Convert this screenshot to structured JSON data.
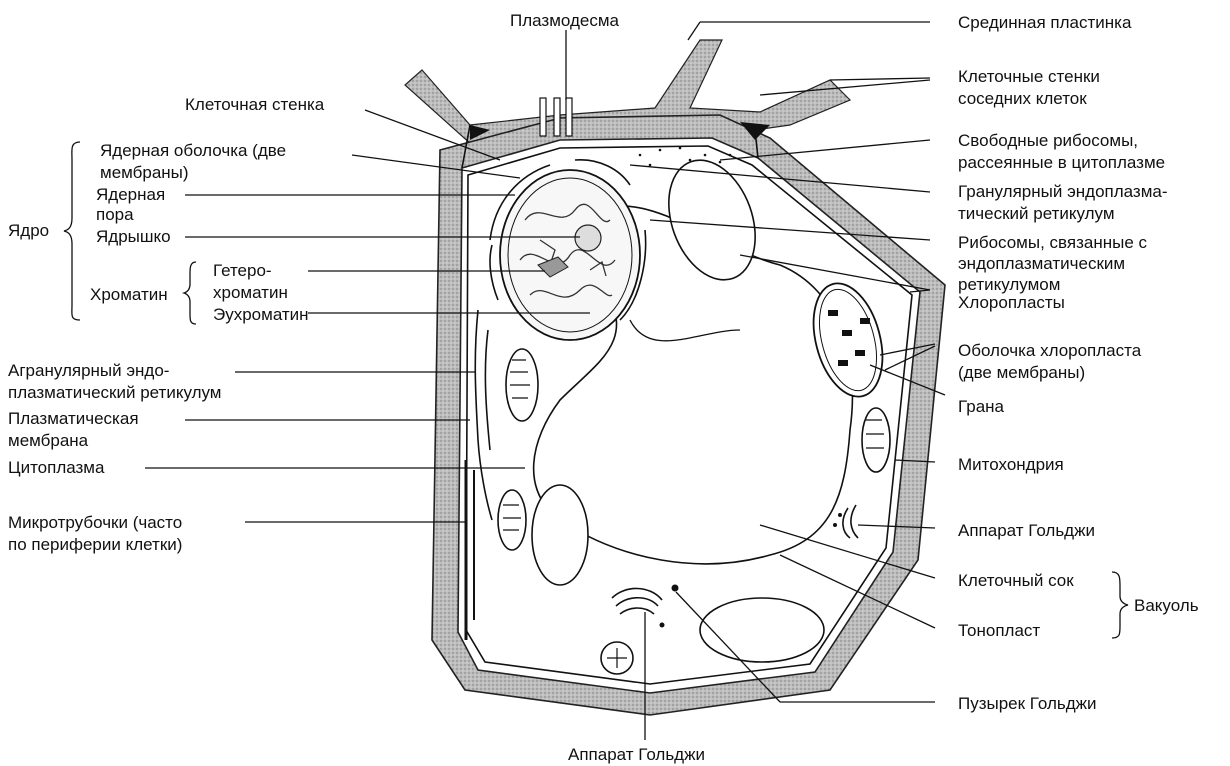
{
  "labels": {
    "plasmodesma": "Плазмодесма",
    "middle_lamella": "Срединная пластинка",
    "neighbor_walls_1": "Клеточные стенки",
    "neighbor_walls_2": "соседних клеток",
    "free_ribosomes_1": "Свободные рибосомы,",
    "free_ribosomes_2": "рассеянные в цитоплазме",
    "rough_er_1": "Гранулярный эндоплазма-",
    "rough_er_2": "тический ретикулум",
    "bound_ribosomes_1": "Рибосомы, связанные с",
    "bound_ribosomes_2": "эндоплазматическим",
    "bound_ribosomes_3": "ретикулумом",
    "chloroplasts": "Хлоропласты",
    "chloroplast_envelope_1": "Оболочка хлоропласта",
    "chloroplast_envelope_2": "(две мембраны)",
    "granum": "Грана",
    "mitochondrion": "Митохондрия",
    "golgi_right": "Аппарат Гольджи",
    "cell_sap": "Клеточный сок",
    "vacuole": "Вакуоль",
    "tonoplast": "Тонопласт",
    "golgi_vesicle": "Пузырек Гольджи",
    "golgi_bottom": "Аппарат Гольджи",
    "cell_wall": "Клеточная стенка",
    "nuclear_envelope_1": "Ядерная оболочка (две",
    "nuclear_envelope_2": "мембраны)",
    "nuclear_pore_1": "Ядерная",
    "nuclear_pore_2": "пора",
    "nucleolus": "Ядрышко",
    "nucleus": "Ядро",
    "chromatin": "Хроматин",
    "heterochromatin_1": "Гетеро-",
    "heterochromatin_2": "хроматин",
    "euchromatin": "Эухроматин",
    "smooth_er_1": "Агранулярный эндо-",
    "smooth_er_2": "плазматический ретикулум",
    "plasma_membrane_1": "Плазматическая",
    "plasma_membrane_2": "мембрана",
    "cytoplasm": "Цитоплазма",
    "microtubules_1": "Микротрубочки (часто",
    "microtubules_2": "по периферии клетки)"
  }
}
